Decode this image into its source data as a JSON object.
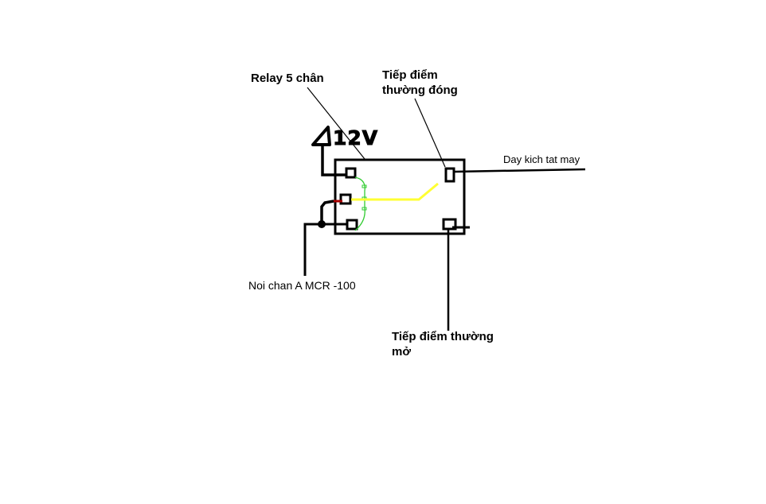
{
  "labels": {
    "relay": "Relay 5 chân",
    "nc_contact_line1": "Tiếp điểm",
    "nc_contact_line2": "thường đóng",
    "voltage": "12V",
    "trigger_wire": "Day kich tat may",
    "connect_pin": "Noi chan A  MCR -100",
    "no_contact_line1": "Tiếp điểm thường",
    "no_contact_line2": "mở"
  },
  "colors": {
    "wire": "#000000",
    "armature": "#ffff33",
    "coil": "#33cc33",
    "link": "#aa0000"
  }
}
